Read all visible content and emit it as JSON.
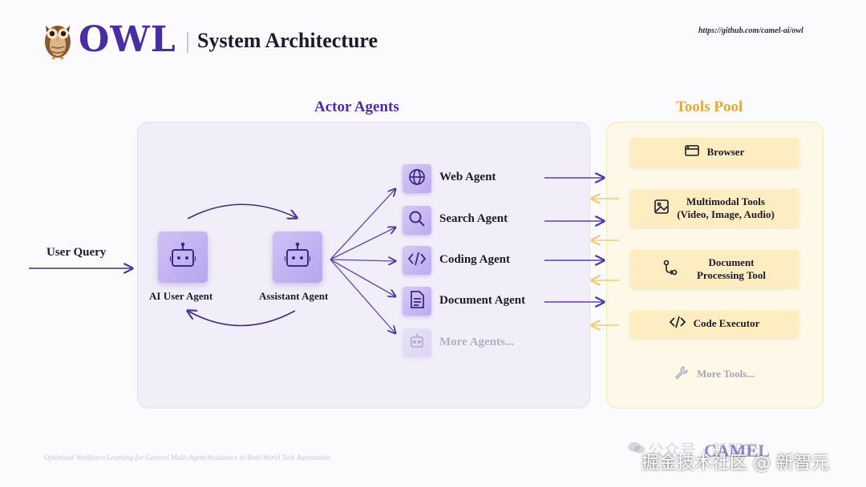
{
  "header": {
    "logo_text": "OWL",
    "title": "System Architecture",
    "repo_url": "https://github.com/camel-ai/owl"
  },
  "sections": {
    "actor_title": "Actor Agents",
    "tools_title": "Tools Pool"
  },
  "input": {
    "label": "User Query"
  },
  "agents": {
    "ai_user": "AI User Agent",
    "assistant": "Assistant Agent"
  },
  "sub_agents": [
    {
      "label": "Web Agent",
      "icon": "globe-icon"
    },
    {
      "label": "Search Agent",
      "icon": "search-icon"
    },
    {
      "label": "Coding Agent",
      "icon": "code-icon"
    },
    {
      "label": "Document Agent",
      "icon": "document-icon"
    },
    {
      "label": "More Agents...",
      "icon": "robot-icon"
    }
  ],
  "tools": [
    {
      "label": "Browser",
      "icon": "browser-window-icon"
    },
    {
      "label": "Multimodal Tools\n(Video, Image, Audio)",
      "icon": "image-icon"
    },
    {
      "label": "Document\nProcessing Tool",
      "icon": "workflow-icon"
    },
    {
      "label": "Code Executor",
      "icon": "code-icon"
    },
    {
      "label": "More Tools...",
      "icon": "wrench-icon"
    }
  ],
  "footer": {
    "caption": "Optimized Workforce Learning for General Multi-Agent Assistance in Real-World Task Automation",
    "camel_logo": "CAMEL",
    "watermark_faint": "公众号 · 新智元",
    "watermark": "掘金技术社区 @ 新智元"
  },
  "colors": {
    "brand_purple": "#4b2da3",
    "tools_gold": "#e3a93a",
    "arrow_purple": "#5b3fb0",
    "arrow_gold": "#f0c97a"
  }
}
